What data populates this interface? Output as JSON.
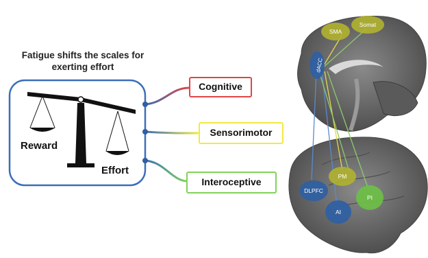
{
  "title": "Fatigue shifts the scales for exerting effort",
  "scale": {
    "left_label": "Reward",
    "right_label": "Effort"
  },
  "categories": [
    {
      "label": "Cognitive",
      "color": "#e04545"
    },
    {
      "label": "Sensorimotor",
      "color": "#f2ea3c"
    },
    {
      "label": "Interoceptive",
      "color": "#7fd35a"
    }
  ],
  "regions": {
    "sma": "SMA",
    "somat": "Somat",
    "dacc": "dACC",
    "pm": "PM",
    "dlpfc": "DLPFC",
    "ai": "AI",
    "pi": "PI"
  },
  "colors": {
    "frame": "#3a6fb8",
    "olive": "#b0b230",
    "blue_region": "#2f5fa3",
    "green_region": "#6cbf45",
    "brain": "#6e6e6e"
  }
}
